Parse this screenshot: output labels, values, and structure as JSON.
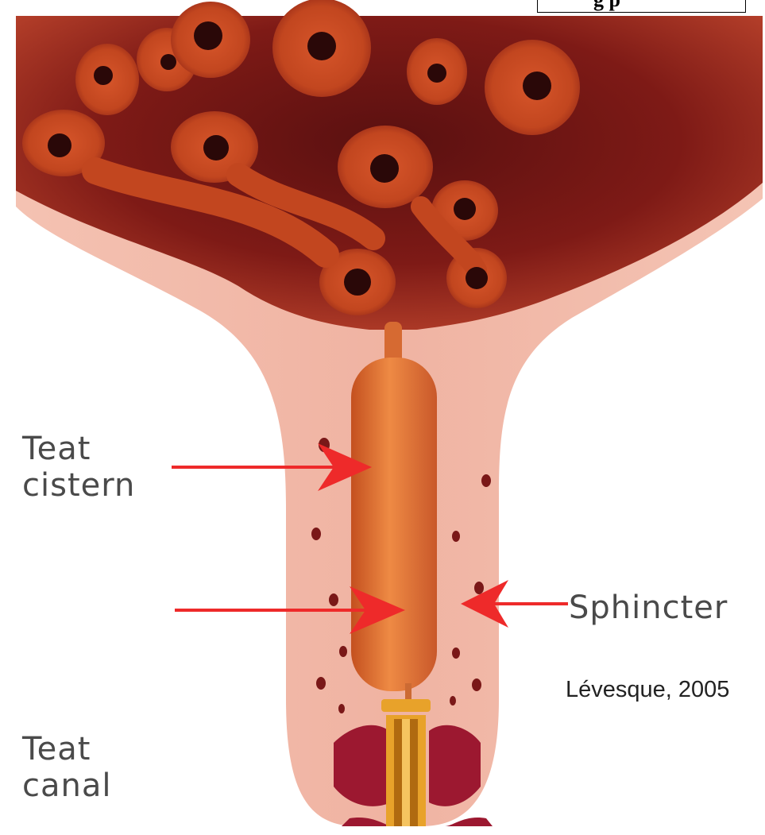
{
  "labels": {
    "teat_cistern": [
      "Teat",
      "cistern"
    ],
    "teat_canal": [
      "Teat",
      "canal"
    ],
    "sphincter": "Sphincter"
  },
  "credit": "Lévesque, 2005",
  "cropped_header_text": "g p",
  "colors": {
    "gland_tissue_dark": "#8a1c1c",
    "gland_tissue_light": "#c24a22",
    "lumen": "#5a1010",
    "teat_skin": "#f0b5a6",
    "cistern": "#e07a3a",
    "canal_gold": "#e8a22a",
    "sphincter_muscle": "#9c1830",
    "arrow_red": "#ee2a2a"
  }
}
